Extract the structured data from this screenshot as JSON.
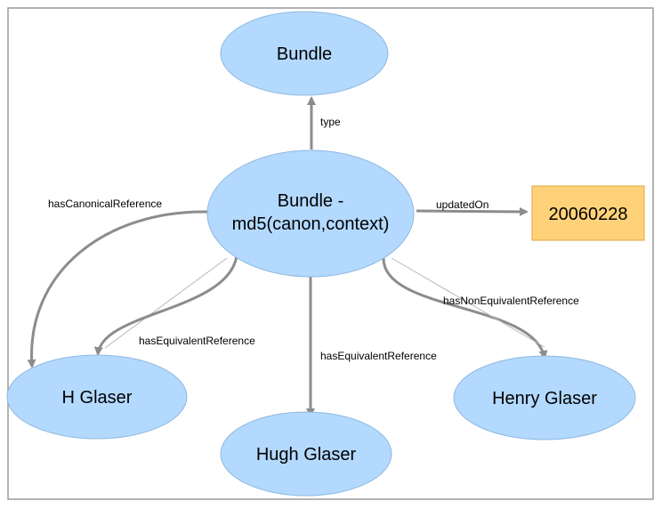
{
  "colors": {
    "node_fill": "#b3d9ff",
    "node_stroke": "#8fb8de",
    "literal_fill": "#ffd27a",
    "literal_stroke": "#e0a63a",
    "edge_color": "#8c8c8c",
    "frame_color": "#9a9a9a"
  },
  "nodes": {
    "bundle": "Bundle",
    "bundle_md5_line1": "Bundle -",
    "bundle_md5_line2": "md5(canon,context)",
    "date_literal": "20060228",
    "h_glaser": "H Glaser",
    "hugh_glaser": "Hugh Glaser",
    "henry_glaser": "Henry Glaser"
  },
  "edges": {
    "type": "type",
    "has_canonical_reference": "hasCanonicalReference",
    "updated_on": "updatedOn",
    "has_equivalent_reference_left": "hasEquivalentReference",
    "has_equivalent_reference_center": "hasEquivalentReference",
    "has_non_equivalent_reference": "hasNonEquivalentReference"
  }
}
